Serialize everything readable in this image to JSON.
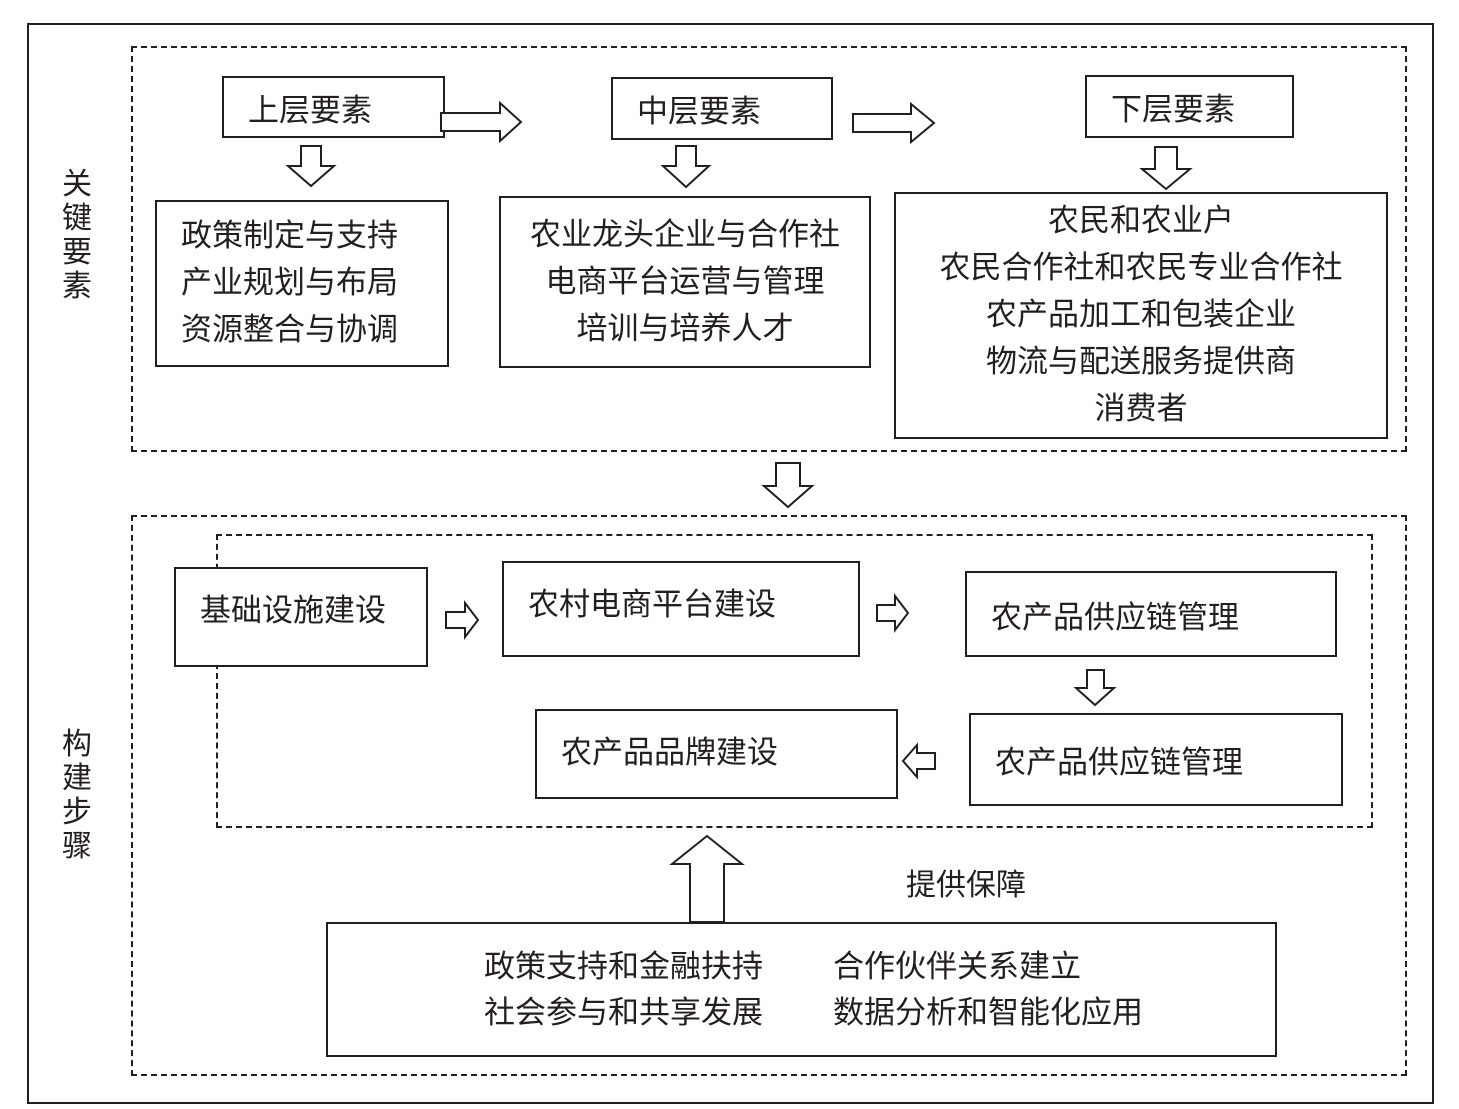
{
  "side_labels": {
    "key_elements": [
      "关",
      "键",
      "要",
      "素"
    ],
    "construction_steps": [
      "构",
      "建",
      "步",
      "骤"
    ]
  },
  "layers": {
    "upper": {
      "title": "上层要素",
      "items": [
        "政策制定与支持",
        "产业规划与布局",
        "资源整合与协调"
      ]
    },
    "middle": {
      "title": "中层要素",
      "items": [
        "农业龙头企业与合作社",
        "电商平台运营与管理",
        "培训与培养人才"
      ]
    },
    "lower": {
      "title": "下层要素",
      "items": [
        "农民和农业户",
        "农民合作社和农民专业合作社",
        "农产品加工和包装企业",
        "物流与配送服务提供商",
        "消费者"
      ]
    }
  },
  "steps": {
    "infrastructure": "基础设施建设",
    "platform": "农村电商平台建设",
    "supply_chain_1": "农产品供应链管理",
    "supply_chain_2": "农产品供应链管理",
    "brand": "农产品品牌建设"
  },
  "support_label": "提供保障",
  "support": {
    "row1": [
      "政策支持和金融扶持",
      "合作伙伴关系建立"
    ],
    "row2": [
      "社会参与和共享发展",
      "数据分析和智能化应用"
    ]
  }
}
